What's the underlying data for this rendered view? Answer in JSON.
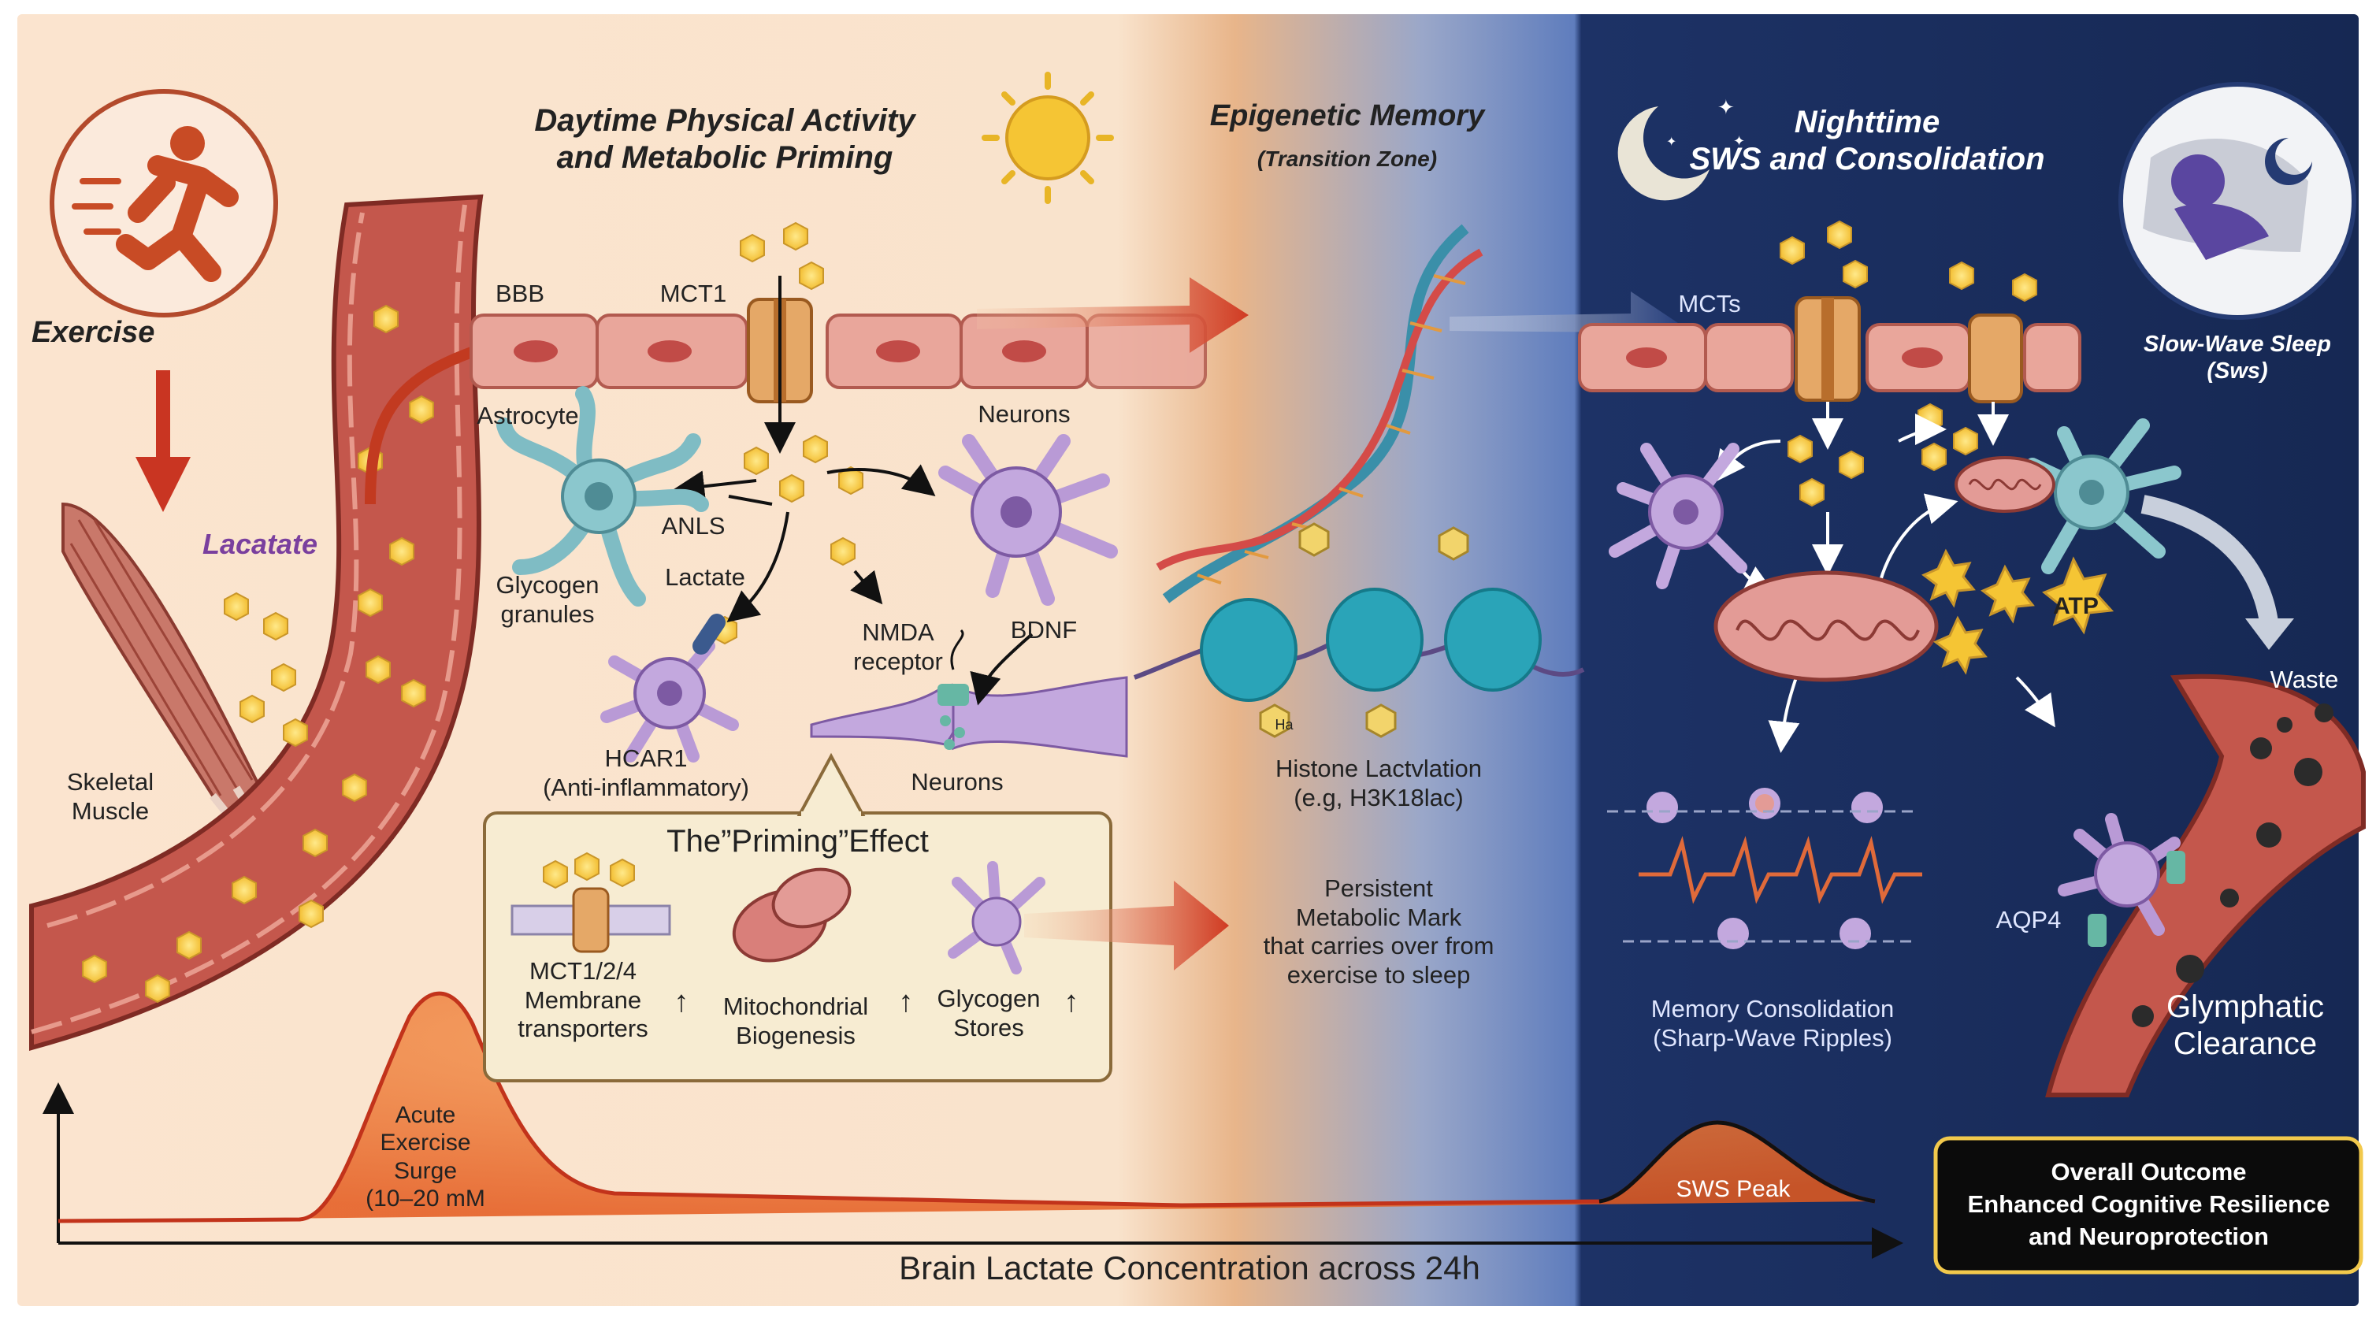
{
  "colors": {
    "day_bg": "#fbe4cf",
    "night_bg": "#1b2e5e",
    "vessel": "#c4574c",
    "lactate": "#f4c542",
    "neuron": "#b99ad6",
    "astrocyte": "#7fbcc4",
    "arrow_red": "#d24a2a",
    "lactate_text": "#7a3f9e",
    "outcome_bg": "#0b0b0b",
    "outcome_border": "#f2c94c"
  },
  "labels": {
    "exercise": "Exercise",
    "lactate_purple": "Lacatate",
    "skeletal_muscle": "Skeletal\nMuscle",
    "day_title": "Daytime Physical Activity\nand Metabolic Priming",
    "bbb": "BBB",
    "mct1": "MCT1",
    "astrocyte": "Astrocyte",
    "neurons_top": "Neurons",
    "anls": "ANLS",
    "lactate": "Lactate",
    "glycogen_granules": "Glycogen\ngranules",
    "nmda": "NMDA\nreceptor",
    "bdnf": "BDNF",
    "hcar1": "HCAR1\n(Anti-inflammatory)",
    "neurons_bottom": "Neurons",
    "epi_title": "Epigenetic Memory",
    "epi_sub": "(Transition Zone)",
    "histone": "Histone Lactvlation\n(e.g, H3K18lac)",
    "persistent": "Persistent\nMetabolic Mark\nthat carries over from\nexercise to sleep",
    "ha": "Ha",
    "night_title": "Nighttime\nSWS and Consolidation",
    "mcts": "MCTs",
    "sws_label": "Slow-Wave Sleep\n(Sws)",
    "atp": "ATP",
    "waste": "Waste",
    "aqp4": "AQP4",
    "memory": "Memory Consolidation\n(Sharp-Wave Ripples)",
    "glymphatic": "Glymphatic\nClearance"
  },
  "priming": {
    "title": "The”Priming”Effect",
    "items": [
      {
        "label": "MCT1/2/4\nMembrane\ntransporters",
        "arrow": "↑"
      },
      {
        "label": "Mitochondrial\nBiogenesis",
        "arrow": "↑"
      },
      {
        "label": "Glycogen\nStores",
        "arrow": "↑"
      }
    ]
  },
  "curve": {
    "axis_label": "Brain Lactate Concentration across 24h",
    "surge_label": "Acute\nExercise\nSurge\n(10–20 mM",
    "sws_peak_label": "SWS Peak"
  },
  "outcome": {
    "line1": "Overall Outcome",
    "line2": "Enhanced Cognitive Resilience",
    "line3": "and Neuroprotection"
  }
}
